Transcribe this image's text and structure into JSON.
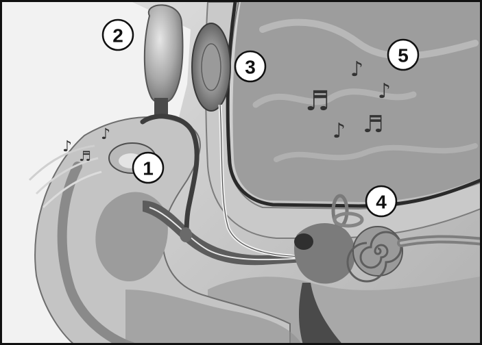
{
  "diagram": {
    "callouts": [
      {
        "id": "1",
        "label": "1"
      },
      {
        "id": "2",
        "label": "2"
      },
      {
        "id": "3",
        "label": "3"
      },
      {
        "id": "4",
        "label": "4"
      },
      {
        "id": "5",
        "label": "5"
      }
    ],
    "music_notes": [
      "♪",
      "♬",
      "♪",
      "♪",
      "♬",
      "♪",
      "♬",
      "♪"
    ],
    "colors": {
      "border": "#111111",
      "skin_light": "#d4d4d4",
      "skin_mid": "#b8b8b8",
      "skin_dark": "#8a8a8a",
      "brain": "#9a9a9a",
      "brain_light": "#b4b4b4",
      "canal": "#5e5e5e",
      "cochlea": "#8e8e8e",
      "callout_fill": "#ffffff"
    }
  }
}
